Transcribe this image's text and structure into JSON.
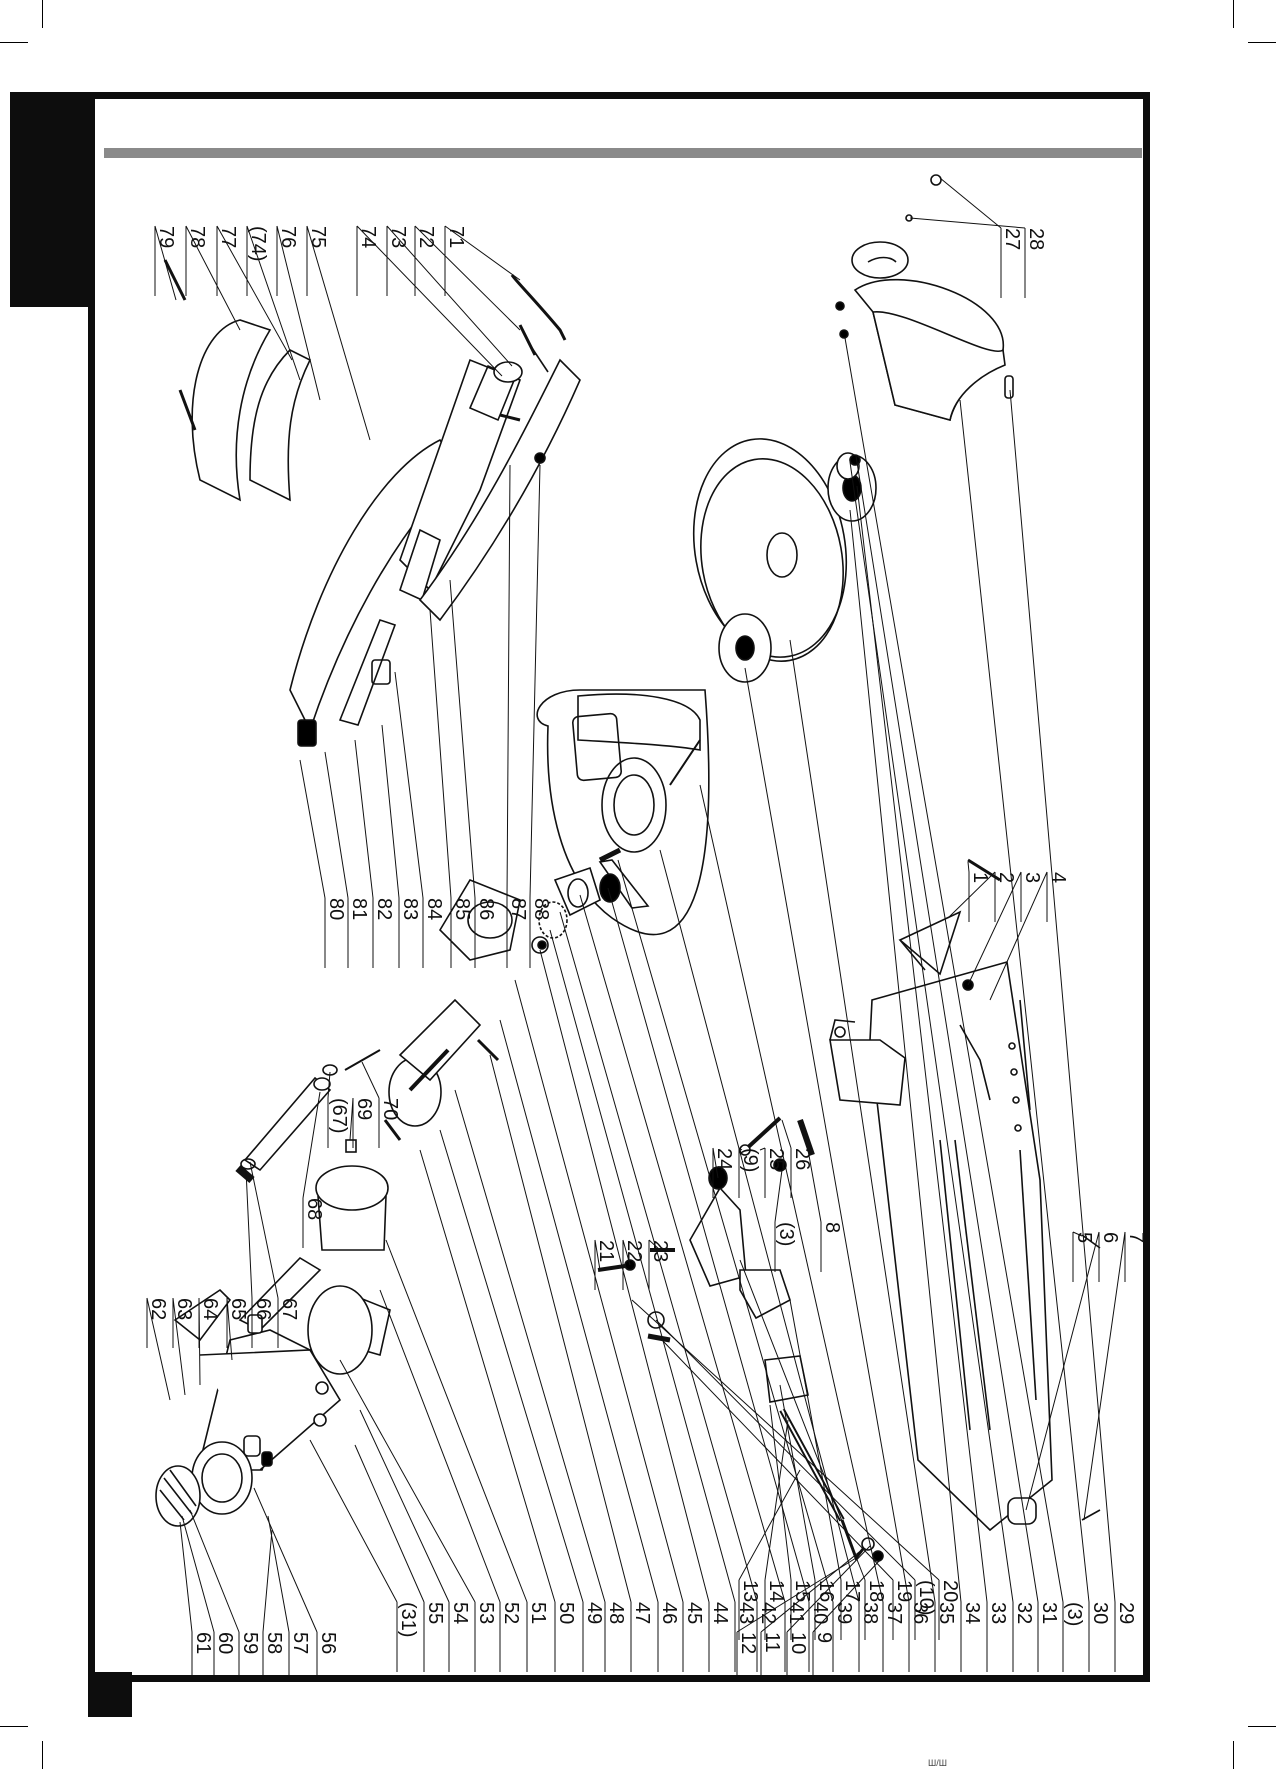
{
  "labels_top": [
    "80",
    "81",
    "82",
    "83",
    "84",
    "85",
    "86",
    "87",
    "88",
    "(31)",
    "55",
    "54",
    "53",
    "52",
    "51",
    "50",
    "49",
    "48",
    "47",
    "46",
    "45",
    "44",
    "43",
    "42",
    "41",
    "40",
    "39",
    "38",
    "37",
    "36",
    "35",
    "34",
    "33",
    "32",
    "31",
    "(3)",
    "30",
    "29",
    "61",
    "60",
    "59",
    "58",
    "57",
    "56",
    "12",
    "11",
    "10",
    "9",
    "13",
    "14",
    "15",
    "16",
    "17",
    "18",
    "19",
    "(10)",
    "20",
    "21",
    "22",
    "23",
    "24",
    "(9)",
    "25",
    "26",
    "(3)",
    "8",
    "1",
    "2",
    "3",
    "4",
    "5",
    "6",
    "7"
  ],
  "labels_right": [
    "79",
    "78",
    "77",
    "(74)",
    "76",
    "75",
    "74",
    "73",
    "72",
    "71",
    "27",
    "28",
    "62",
    "63",
    "64",
    "65",
    "66",
    "67",
    "68",
    "(67)",
    "69",
    "70"
  ],
  "footer_mark": "Ш/Ш"
}
